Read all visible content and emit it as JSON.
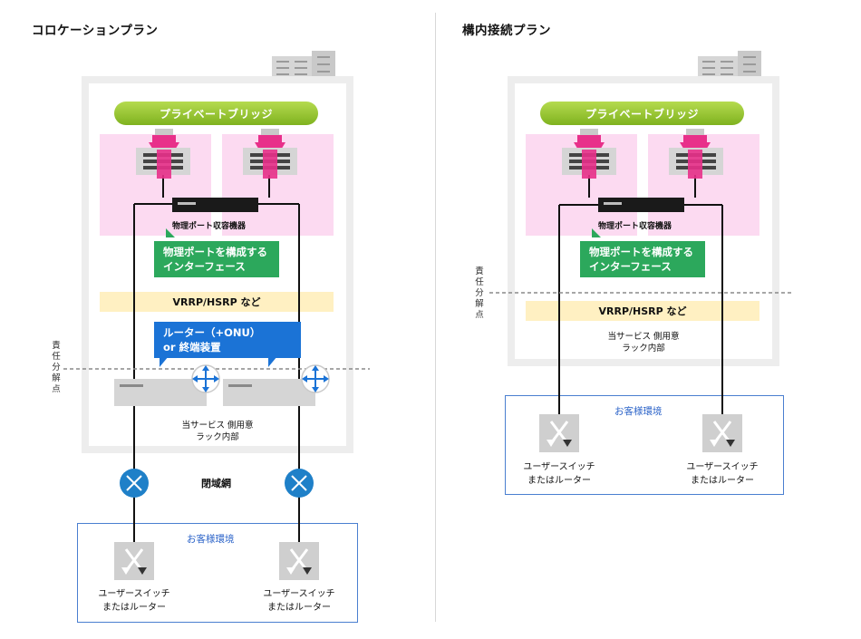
{
  "left": {
    "title": "コロケーションプラン",
    "bridge": "プライベートブリッジ",
    "port_device": "物理ポート収容機器",
    "port_interface": [
      "物理ポートを構成する",
      "インターフェース"
    ],
    "vrrp": "VRRP/HSRP など",
    "router_box": [
      "ルーター（+ONU）",
      "or 終端装置"
    ],
    "demarcation": [
      "責",
      "任",
      "分",
      "解",
      "点"
    ],
    "rack_note": [
      "当サービス 側用意",
      "ラック内部"
    ],
    "closed_network": "閉域網",
    "customer_env": "お客様環境",
    "user_device_1": [
      "ユーザースイッチ",
      "またはルーター"
    ],
    "user_device_2": [
      "ユーザースイッチ",
      "またはルーター"
    ]
  },
  "right": {
    "title": "構内接続プラン",
    "bridge": "プライベートブリッジ",
    "port_device": "物理ポート収容機器",
    "port_interface": [
      "物理ポートを構成する",
      "インターフェース"
    ],
    "vrrp": "VRRP/HSRP など",
    "demarcation": [
      "責",
      "任",
      "分",
      "解",
      "点"
    ],
    "rack_note": [
      "当サービス 側用意",
      "ラック内部"
    ],
    "customer_env": "お客様環境",
    "user_device_1": [
      "ユーザースイッチ",
      "またはルーター"
    ],
    "user_device_2": [
      "ユーザースイッチ",
      "またはルーター"
    ]
  },
  "colors": {
    "bridge": "#8cc63f",
    "pink_zone": "#fcdaf1",
    "connector": "#e8308a",
    "green_box": "#2ca85c",
    "blue_box": "#1b73d6",
    "vrrp_band": "#fff0c2",
    "closed_net_node": "#1f80c8",
    "customer_border": "#4a7fd0"
  },
  "icons": [
    "building-icon",
    "server-icon",
    "router-icon",
    "network-node-icon",
    "switch-icon"
  ]
}
